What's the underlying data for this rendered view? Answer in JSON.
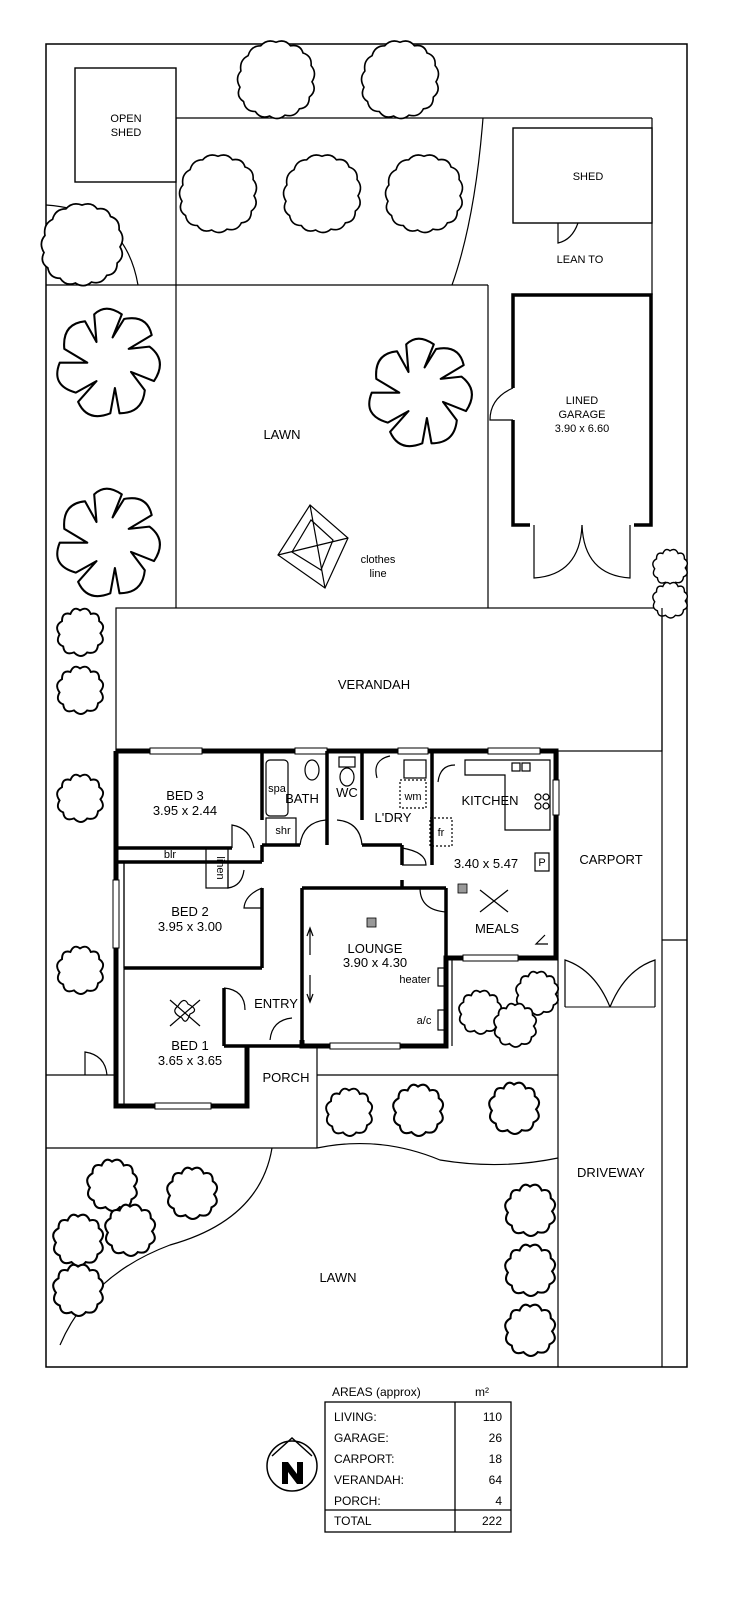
{
  "site": {
    "open_shed": [
      "OPEN",
      "SHED"
    ],
    "shed": "SHED",
    "lean_to": "LEAN TO",
    "lined_garage": [
      "LINED",
      "GARAGE",
      "3.90 x 6.60"
    ],
    "lawn_back": "LAWN",
    "clothes_line": [
      "clothes",
      "line"
    ],
    "verandah": "VERANDAH",
    "carport": "CARPORT",
    "driveway": "DRIVEWAY",
    "lawn_front": "LAWN"
  },
  "rooms": {
    "bed3": [
      "BED 3",
      "3.95 x 2.44"
    ],
    "spa": "spa",
    "bath": "BATH",
    "shr": "shr",
    "wc": "WC",
    "wm": "wm",
    "ldry": "L'DRY",
    "fr": "fr",
    "kitchen": "KITCHEN",
    "kitchen_dims": "3.40 x 5.47",
    "p": "P",
    "meals": "MEALS",
    "blr": "blr",
    "linen": "linen",
    "bed2": [
      "BED 2",
      "3.95 x 3.00"
    ],
    "lounge": [
      "LOUNGE",
      "3.90 x 4.30"
    ],
    "heater": "heater",
    "ac": "a/c",
    "entry": "ENTRY",
    "bed1": [
      "BED 1",
      "3.65 x 3.65"
    ],
    "porch": "PORCH"
  },
  "areas_table": {
    "title": "AREAS (approx)",
    "unit": "m²",
    "rows": [
      {
        "label": "LIVING:",
        "value": "110"
      },
      {
        "label": "GARAGE:",
        "value": "26"
      },
      {
        "label": "CARPORT:",
        "value": "18"
      },
      {
        "label": "VERANDAH:",
        "value": "64"
      },
      {
        "label": "PORCH:",
        "value": "4"
      }
    ],
    "total_label": "TOTAL",
    "total_value": "222"
  },
  "north": "N"
}
